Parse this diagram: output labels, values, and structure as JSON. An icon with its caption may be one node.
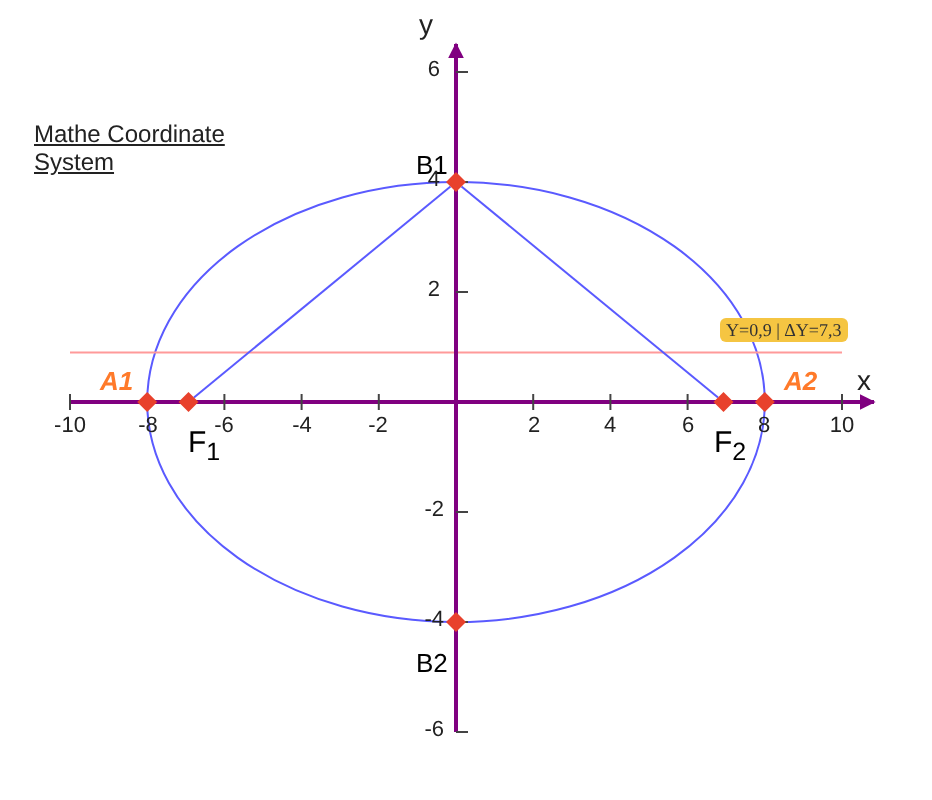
{
  "diagram": {
    "title": "Mathe Coordinate System",
    "nodes": [
      {
        "text": [],
        "shape": "diamond",
        "beside": [
          "B1"
        ]
      },
      {
        "text": [],
        "shape": "diamond",
        "beside": [
          "A1"
        ]
      },
      {
        "text": [],
        "shape": "diamond",
        "beside": [
          "F$_{1}$"
        ]
      },
      {
        "text": [],
        "shape": "diamond",
        "beside": [
          "F$_{2}$"
        ]
      },
      {
        "text": [],
        "shape": "diamond",
        "beside": [
          "A2"
        ]
      },
      {
        "text": [],
        "shape": "diamond",
        "beside": [
          "B2"
        ]
      },
      {
        "text": [
          "Y=0,9 | ΔY=7,3"
        ]
      }
    ],
    "edges": [
      {
        "from": 2,
        "to": 0,
        "arrow": "none"
      },
      {
        "from": 0,
        "to": 3,
        "arrow": "none"
      }
    ],
    "labels": [
      "y",
      "6",
      "4",
      "2",
      "x",
      "-10",
      "-8",
      "-6",
      "-4",
      "-2",
      "2",
      "4",
      "6",
      "8",
      "10",
      "-2",
      "-4",
      "-6"
    ]
  }
}
